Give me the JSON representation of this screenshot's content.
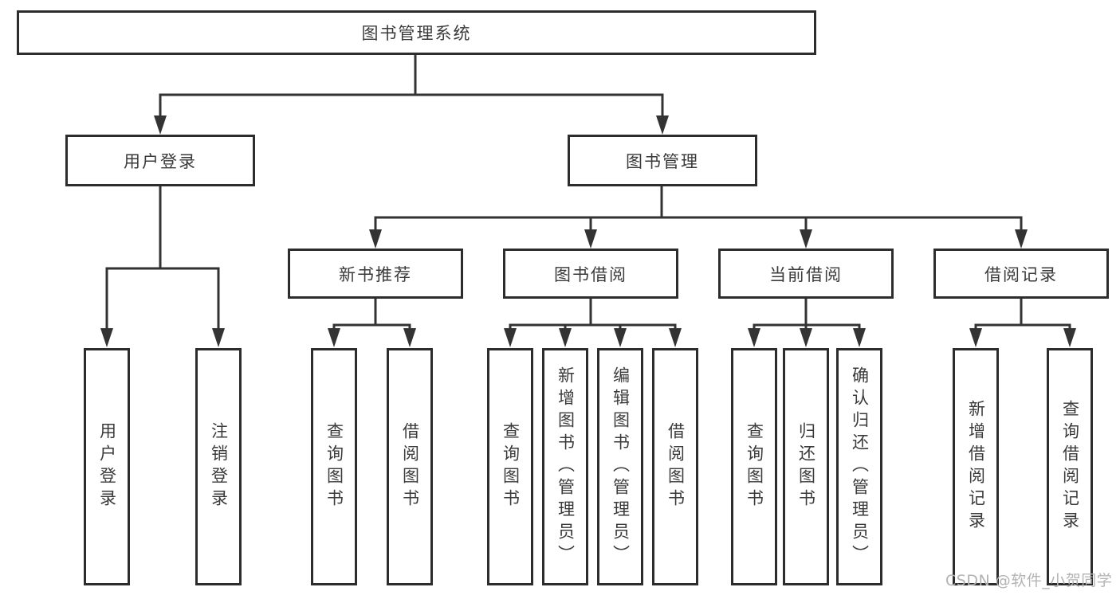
{
  "diagram": {
    "root": "图书管理系统",
    "level2": [
      {
        "label": "用户登录"
      },
      {
        "label": "图书管理"
      }
    ],
    "level3": [
      {
        "label": "新书推荐"
      },
      {
        "label": "图书借阅"
      },
      {
        "label": "当前借阅"
      },
      {
        "label": "借阅记录"
      }
    ],
    "leaves": {
      "user_login": [
        "用户登录",
        "注销登录"
      ],
      "new_book_recommend": [
        "查询图书",
        "借阅图书"
      ],
      "book_borrowing": [
        "查询图书",
        "新增图书（管理员）",
        "编辑图书（管理员）",
        "借阅图书"
      ],
      "current_borrowing": [
        "查询图书",
        "归还图书",
        "确认归还（管理员）"
      ],
      "borrowing_records": [
        "新增借阅记录",
        "查询借阅记录"
      ]
    }
  },
  "watermark": "CSDN @软件_小贺同学",
  "colors": {
    "line": "#333333",
    "box_border": "#2d2d2d",
    "text": "#3a3a3a",
    "watermark_text": "#b3b3b3",
    "background": "#ffffff"
  }
}
